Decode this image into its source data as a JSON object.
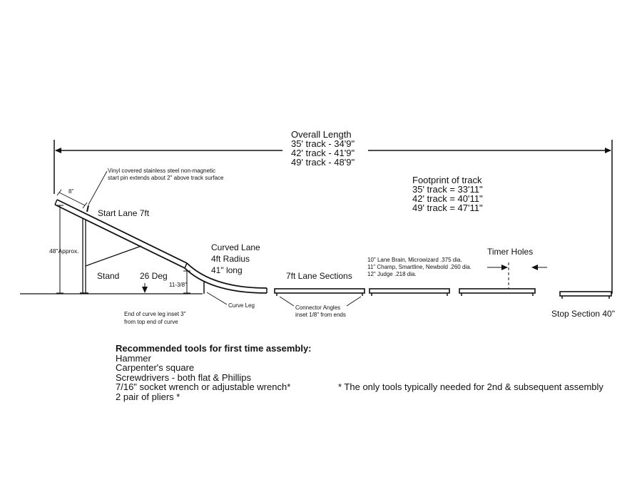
{
  "overall": {
    "title": "Overall Length",
    "lines": [
      "35' track - 34'9\"",
      "42' track - 41'9\"",
      "49' track - 48'9\""
    ]
  },
  "footprint": {
    "title": "Footprint of track",
    "lines": [
      "35' track = 33'11\"",
      "42' track = 40'11\"",
      "49' track = 47'11\""
    ]
  },
  "labels": {
    "pin_note": [
      "Vinyl covered stainless steel non-magnetic",
      "start pin extends about 2\" above track surface"
    ],
    "pin_dim": "8\"",
    "start_lane": "Start Lane 7ft",
    "height": "48\"Approx.",
    "stand": "Stand",
    "angle": "26 Deg",
    "curved_lane": [
      "Curved Lane",
      "4ft Radius",
      "41\" long"
    ],
    "curve_height": "11-3/8\"",
    "curve_leg": "Curve Leg",
    "curve_leg_note": [
      "End of curve leg inset 3\"",
      "from top end of curve"
    ],
    "lane_sections": "7ft Lane Sections",
    "connector_note": [
      "Connector Angles",
      "inset 1/8\" from ends"
    ],
    "timer_holes": "Timer Holes",
    "timer_specs": [
      "10\" Lane Brain, Microwizard .375 dia.",
      "11\" Champ, Smartline, Newbold .260 dia.",
      "12\" Judge .218 dia."
    ],
    "stop_section": "Stop Section 40\""
  },
  "tools": {
    "heading": "Recommended tools for first time assembly:",
    "items": [
      "Hammer",
      "Carpenter's square",
      "Screwdrivers - both flat & Phillips",
      "7/16\" socket wrench or adjustable wrench*",
      "2 pair of pliers *"
    ],
    "footnote": "* The only tools typically needed for 2nd & subsequent assembly"
  }
}
